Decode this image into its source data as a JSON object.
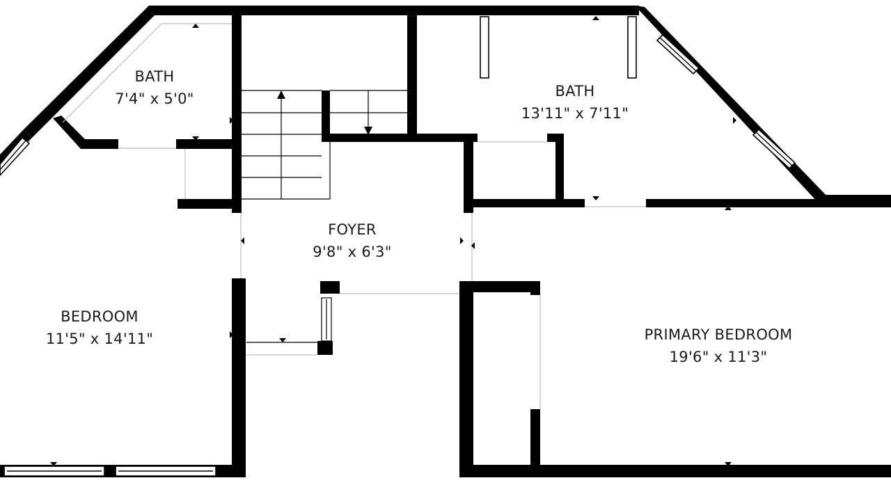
{
  "plan": {
    "rooms": [
      {
        "id": "bath-left",
        "name": "BATH",
        "dimensions": "7'4\" x 5'0\""
      },
      {
        "id": "bath-right",
        "name": "BATH",
        "dimensions": "13'11\" x 7'11\""
      },
      {
        "id": "foyer",
        "name": "FOYER",
        "dimensions": "9'8\" x 6'3\""
      },
      {
        "id": "bedroom",
        "name": "BEDROOM",
        "dimensions": "11'5\" x 14'11\""
      },
      {
        "id": "primary-bedroom",
        "name": "PRIMARY BEDROOM",
        "dimensions": "19'6\" x 11'3\""
      }
    ]
  }
}
